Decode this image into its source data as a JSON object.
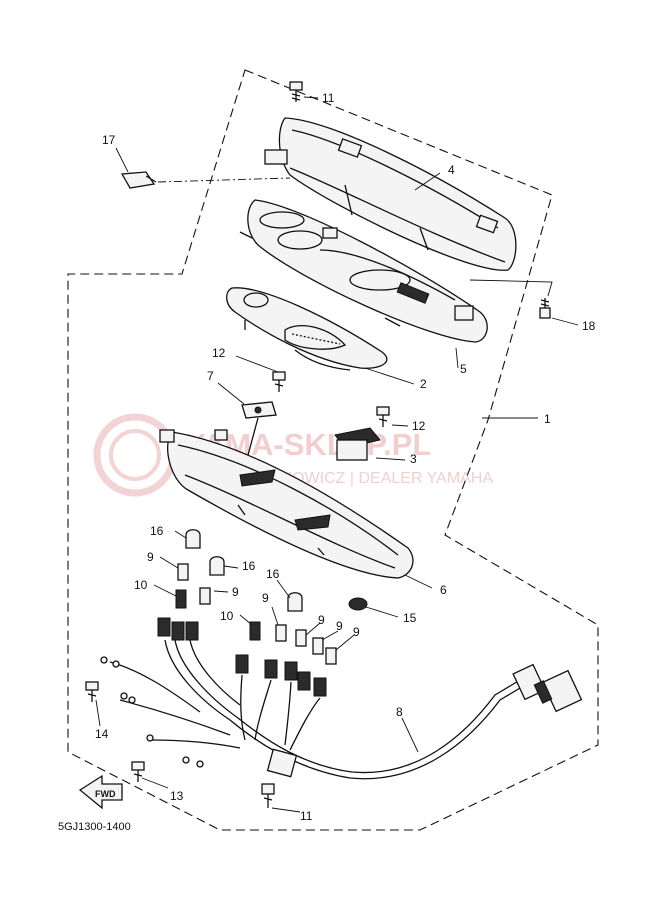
{
  "watermark": {
    "brand": "YAMA-SKLEP.PL",
    "tagline": "...ECHOWICZ | DEALER YAMAHA",
    "color": "#e8a7a7"
  },
  "diagram": {
    "code": "5GJ1300-1400",
    "fwd_label": "FWD",
    "callouts": [
      "1",
      "2",
      "3",
      "4",
      "5",
      "6",
      "7",
      "8",
      "9",
      "9",
      "9",
      "9",
      "9",
      "9",
      "10",
      "10",
      "11",
      "11",
      "12",
      "12",
      "13",
      "14",
      "15",
      "16",
      "16",
      "16",
      "17",
      "18"
    ]
  }
}
